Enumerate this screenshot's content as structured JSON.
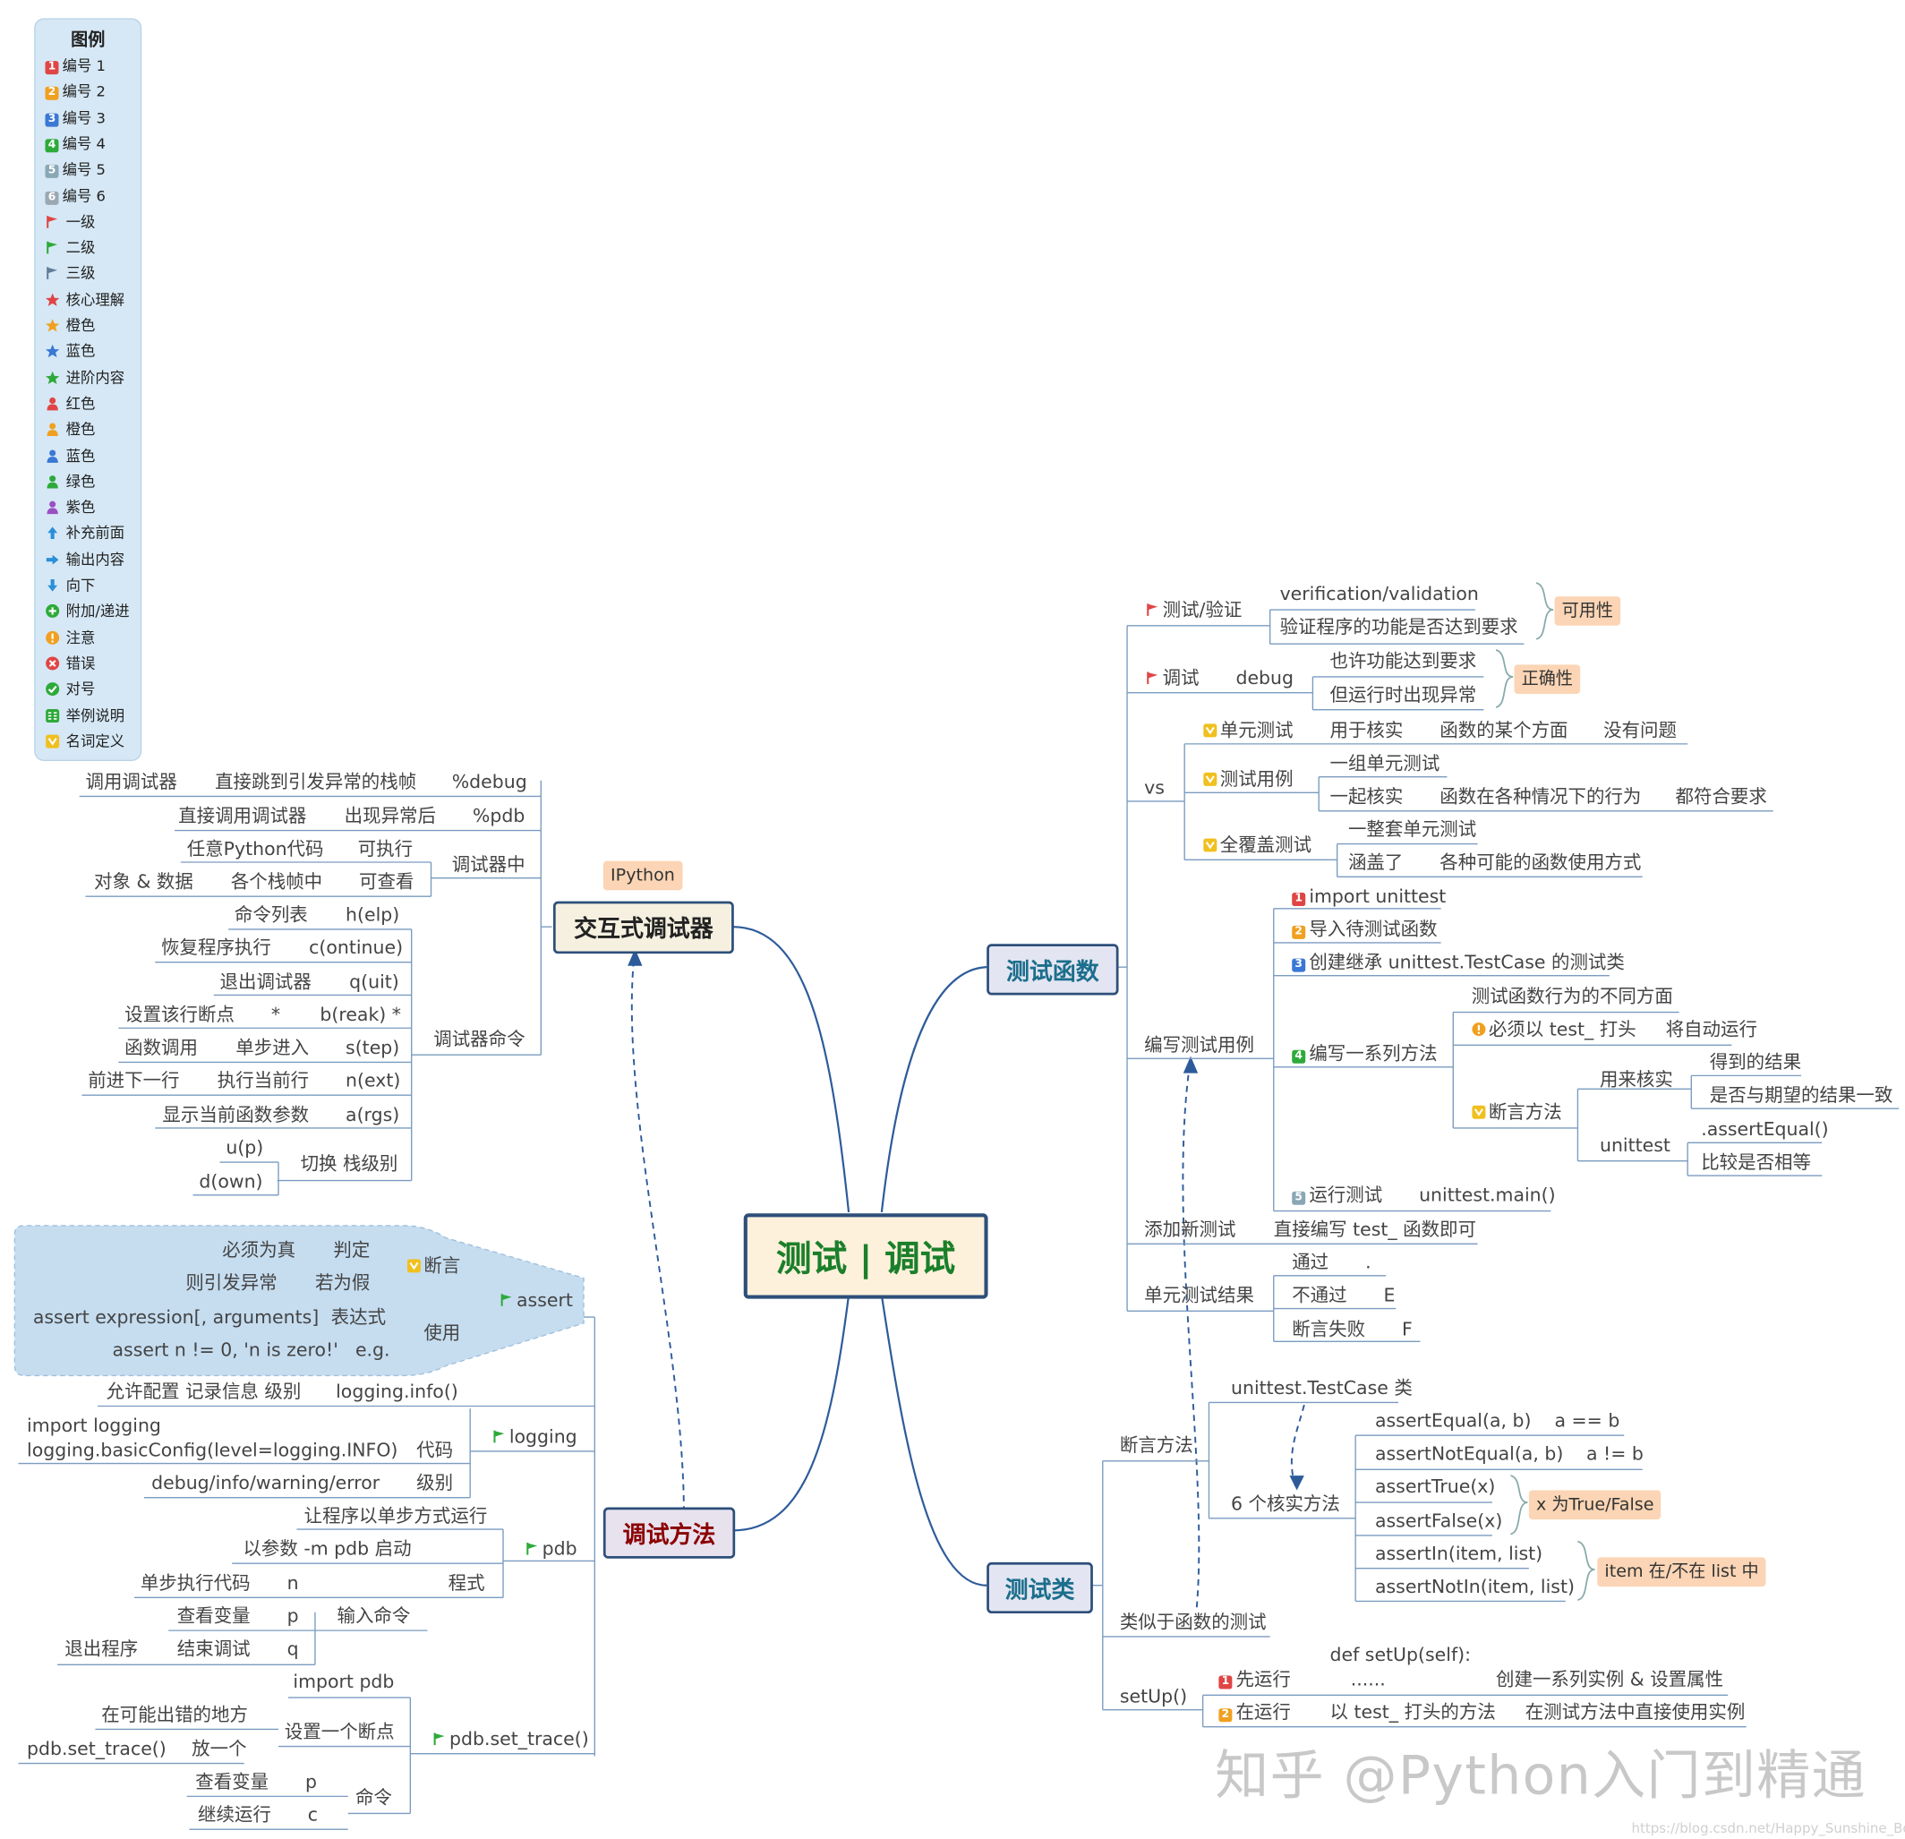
{
  "colors": {
    "line": "#2d5b9a",
    "topic_border": "#2d4f7a",
    "legend_bg": "#d6e8f5",
    "callout_bg": "#fbd5b5",
    "root_bg": "#fdf1dc",
    "root_text": "#1b7f2a",
    "title_red": "#8b0000",
    "teal": "#1c6e8c"
  },
  "legend": {
    "title": "图例",
    "items": [
      {
        "icon": "number-1-icon",
        "color": "#e04545",
        "label": "编号 1"
      },
      {
        "icon": "number-2-icon",
        "color": "#f0a020",
        "label": "编号 2"
      },
      {
        "icon": "number-3-icon",
        "color": "#3a78d4",
        "label": "编号 3"
      },
      {
        "icon": "number-4-icon",
        "color": "#2eaa3a",
        "label": "编号 4"
      },
      {
        "icon": "number-5-icon",
        "color": "#8aa7b5",
        "label": "编号 5"
      },
      {
        "icon": "number-6-icon",
        "color": "#9aa8b3",
        "label": "编号 6"
      },
      {
        "icon": "red-flag-icon",
        "color": "#e04545",
        "label": "一级"
      },
      {
        "icon": "green-flag-icon",
        "color": "#2eaa3a",
        "label": "二级"
      },
      {
        "icon": "blue-flag-icon",
        "color": "#607d9a",
        "label": "三级"
      },
      {
        "icon": "red-star-icon",
        "color": "#e04545",
        "label": "核心理解"
      },
      {
        "icon": "orange-star-icon",
        "color": "#f0a020",
        "label": "橙色"
      },
      {
        "icon": "blue-star-icon",
        "color": "#3a78d4",
        "label": "蓝色"
      },
      {
        "icon": "green-star-icon",
        "color": "#2eaa3a",
        "label": "进阶内容"
      },
      {
        "icon": "red-person-icon",
        "color": "#e04545",
        "label": "红色"
      },
      {
        "icon": "orange-person-icon",
        "color": "#f0a020",
        "label": "橙色"
      },
      {
        "icon": "blue-person-icon",
        "color": "#3a78d4",
        "label": "蓝色"
      },
      {
        "icon": "green-person-icon",
        "color": "#2eaa3a",
        "label": "绿色"
      },
      {
        "icon": "purple-person-icon",
        "color": "#9b4fc4",
        "label": "紫色"
      },
      {
        "icon": "arrow-up-icon",
        "color": "#2a8fd8",
        "label": "补充前面"
      },
      {
        "icon": "arrow-right-icon",
        "color": "#2a8fd8",
        "label": "输出内容"
      },
      {
        "icon": "arrow-down-icon",
        "color": "#2a8fd8",
        "label": "向下"
      },
      {
        "icon": "plus-circle-icon",
        "color": "#2eaa3a",
        "label": "附加/递进"
      },
      {
        "icon": "exclamation-circle-icon",
        "color": "#f0a020",
        "label": "注意"
      },
      {
        "icon": "x-circle-icon",
        "color": "#e04545",
        "label": "错误"
      },
      {
        "icon": "check-circle-icon",
        "color": "#2eaa3a",
        "label": "对号"
      },
      {
        "icon": "example-icon",
        "color": "#2eaa3a",
        "label": "举例说明"
      },
      {
        "icon": "definition-icon",
        "color": "#f0c020",
        "label": "名词定义"
      }
    ]
  },
  "topics": {
    "root": "测试 | 调试",
    "debugger": "交互式调试器",
    "debug_method": "调试方法",
    "test_function": "测试函数",
    "test_class": "测试类"
  },
  "callouts": {
    "ipython": "IPython",
    "usability": "可用性",
    "correctness": "正确性",
    "true_false": "x 为True/False",
    "in_list": "item 在/不在 list 中"
  },
  "nodes": {
    "dbg_call": "调用调试器",
    "dbg_jump": "直接跳到引发异常的栈帧",
    "dbg_debug": "%debug",
    "dbg_direct": "直接调用调试器",
    "dbg_exc": "出现异常后",
    "dbg_pdb": "%pdb",
    "dbg_any": "任意Python代码",
    "dbg_exec": "可执行",
    "dbg_in": "调试器中",
    "dbg_obj": "对象 & 数据",
    "dbg_frames": "各个栈帧中",
    "dbg_view": "可查看",
    "cmd_list": "命令列表",
    "cmd_help": "h(elp)",
    "cmd_resume": "恢复程序执行",
    "cmd_continue": "c(ontinue)",
    "cmd_exit": "退出调试器",
    "cmd_quit": "q(uit)",
    "cmd_setbp": "设置该行断点",
    "cmd_star": "*",
    "cmd_break": "b(reak) *",
    "cmd_fcall": "函数调用",
    "cmd_stepin": "单步进入",
    "cmd_step": "s(tep)",
    "cmd_fwd": "前进下一行",
    "cmd_execline": "执行当前行",
    "cmd_next": "n(ext)",
    "cmd_showargs": "显示当前函数参数",
    "cmd_args": "a(rgs)",
    "cmd_up": "u(p)",
    "cmd_down": "d(own)",
    "cmd_switch": "切换 栈级别",
    "dbg_commands": "调试器命令",
    "as_true": "必须为真",
    "as_judge": "判定",
    "as_assert_def": "断言",
    "as_raise": "则引发异常",
    "as_false": "若为假",
    "as_expr": "assert expression[, arguments]",
    "as_expr_label": "表达式",
    "as_eg_code": "assert n != 0, 'n is zero!'",
    "as_eg": "e.g.",
    "as_use": "使用",
    "assert": "assert",
    "lg_cfg": "允许配置 记录信息 级别",
    "lg_info": "logging.info()",
    "lg_code1": "import logging",
    "lg_code2": "logging.basicConfig(level=logging.INFO)",
    "lg_code_label": "代码",
    "lg_levels": "debug/info/warning/error",
    "lg_level": "级别",
    "logging": "logging",
    "pdb_step_run": "让程序以单步方式运行",
    "pdb_m": "以参数 -m pdb 启动",
    "pdb_prog": "程式",
    "pdb_single": "单步执行代码",
    "pdb_n": "n",
    "pdb_view": "查看变量",
    "pdb_p": "p",
    "pdb_exit": "退出程序",
    "pdb_end": "结束调试",
    "pdb_q": "q",
    "pdb_input": "输入命令",
    "pdb": "pdb",
    "st_import": "import pdb",
    "st_where": "在可能出错的地方",
    "st_put": "放一个",
    "st_call": "pdb.set_trace()",
    "st_setbp": "设置一个断点",
    "st_view": "查看变量",
    "st_p": "p",
    "st_cont": "继续运行",
    "st_c": "c",
    "st_cmd": "命令",
    "set_trace": "pdb.set_trace()",
    "tv": "测试/验证",
    "tv_vv": "verification/validation",
    "tv_verify": "验证程序的功能是否达到要求",
    "dbg2": "调试",
    "dbg2_debug": "debug",
    "dbg2_ok": "也许功能达到要求",
    "dbg2_exc": "但运行时出现异常",
    "vs": "vs",
    "unit": "单元测试",
    "unit_check": "用于核实",
    "unit_aspect": "函数的某个方面",
    "unit_ok": "没有问题",
    "case": "测试用例",
    "case_group": "一组单元测试",
    "case_together": "一起核实",
    "case_behav": "函数在各种情况下的行为",
    "case_meet": "都符合要求",
    "cover": "全覆盖测试",
    "cover_set": "一整套单元测试",
    "cover_all": "涵盖了",
    "cover_ways": "各种可能的函数使用方式",
    "w_import": "import unittest",
    "w_importfn": "导入待测试函数",
    "w_class": "创建继承 unittest.TestCase 的测试类",
    "w_aspects": "测试函数行为的不同方面",
    "w_prefix": "必须以 test_ 打头",
    "w_auto": "将自动运行",
    "w_methods": "编写一系列方法",
    "w_result": "得到的结果",
    "w_verify": "用来核实",
    "w_expected": "是否与期望的结果一致",
    "w_assert": "断言方法",
    "w_unittest": "unittest",
    "w_aeq": ".assertEqual()",
    "w_cmp": "比较是否相等",
    "w_run": "运行测试",
    "w_main": "unittest.main()",
    "write_cases": "编写测试用例",
    "add": "添加新测试",
    "add_direct": "直接编写 test_ 函数即可",
    "res": "单元测试结果",
    "res_pass": "通过",
    "res_dot": ".",
    "res_fail": "不通过",
    "res_E": "E",
    "res_afail": "断言失败",
    "res_F": "F",
    "tc_class": "unittest.TestCase 类",
    "tc_assert": "断言方法",
    "tc_core": "6 个核实方法",
    "tc_eq": "assertEqual(a, b)",
    "tc_eq_r": "a == b",
    "tc_ne": "assertNotEqual(a, b)",
    "tc_ne_r": "a != b",
    "tc_true": "assertTrue(x)",
    "tc_false": "assertFalse(x)",
    "tc_in": "assertIn(item, list)",
    "tc_notin": "assertNotIn(item, list)",
    "tc_similar": "类似于函数的测试",
    "su": "setUp()",
    "su_first": "先运行",
    "su_def": "def setUp(self):",
    "su_dots": "......",
    "su_create": "创建一系列实例 & 设置属性",
    "su_then": "在运行",
    "su_tests": "以 test_ 打头的方法",
    "su_use": "在测试方法中直接使用实例"
  },
  "watermark": "知乎 @Python入门到精通",
  "watermark_small": "https://blog.csdn.net/Happy_Sunshine_Boy"
}
